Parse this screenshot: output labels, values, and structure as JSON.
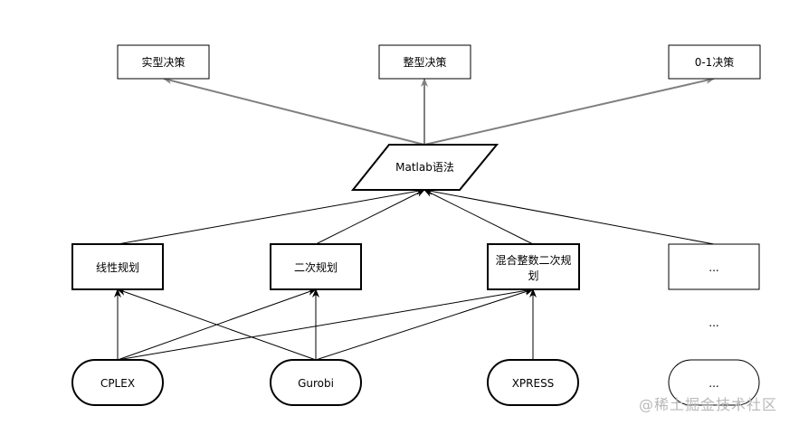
{
  "decisions": {
    "real": "实型决策",
    "integer": "整型决策",
    "binary": "0-1决策"
  },
  "syntax": {
    "matlab": "Matlab语法"
  },
  "problems": {
    "linear": "线性规划",
    "quadratic": "二次规划",
    "mixed_line1": "混合整数二次规",
    "mixed_line2": "划",
    "more": "..."
  },
  "middle_ellipsis": "...",
  "solvers": {
    "cplex": "CPLEX",
    "gurobi": "Gurobi",
    "xpress": "XPRESS",
    "more": "..."
  },
  "watermark": "@稀土掘金技术社区",
  "colors": {
    "box_stroke": "#000000",
    "arrow_gray": "#808080",
    "arrow_black": "#000000",
    "watermark": "#b8b8b8"
  }
}
